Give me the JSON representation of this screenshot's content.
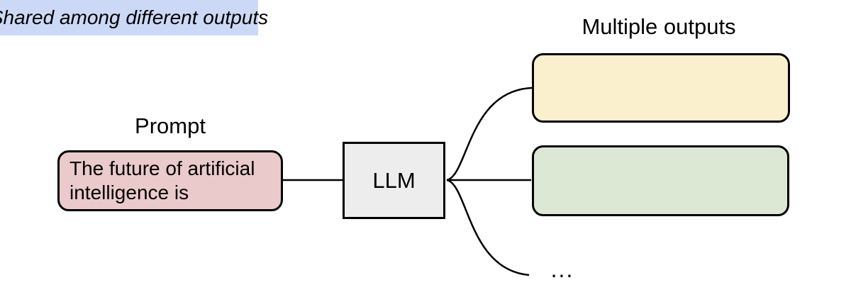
{
  "canvas": {
    "background": "#ffffff",
    "stroke": "#000000"
  },
  "prompt": {
    "label": "Prompt",
    "box_lines": [
      "The future of artificial",
      "intelligence is"
    ],
    "box_fill": "#eacaca",
    "note_text": "Shared among different outputs",
    "note_fill": "#ccd9f6"
  },
  "llm": {
    "label": "LLM",
    "fill": "#ededed"
  },
  "outputs": {
    "label": "Multiple outputs",
    "boxes": [
      {
        "fill": "#faf0cd"
      },
      {
        "fill": "#dce8d3"
      }
    ],
    "ellipsis": "..."
  }
}
